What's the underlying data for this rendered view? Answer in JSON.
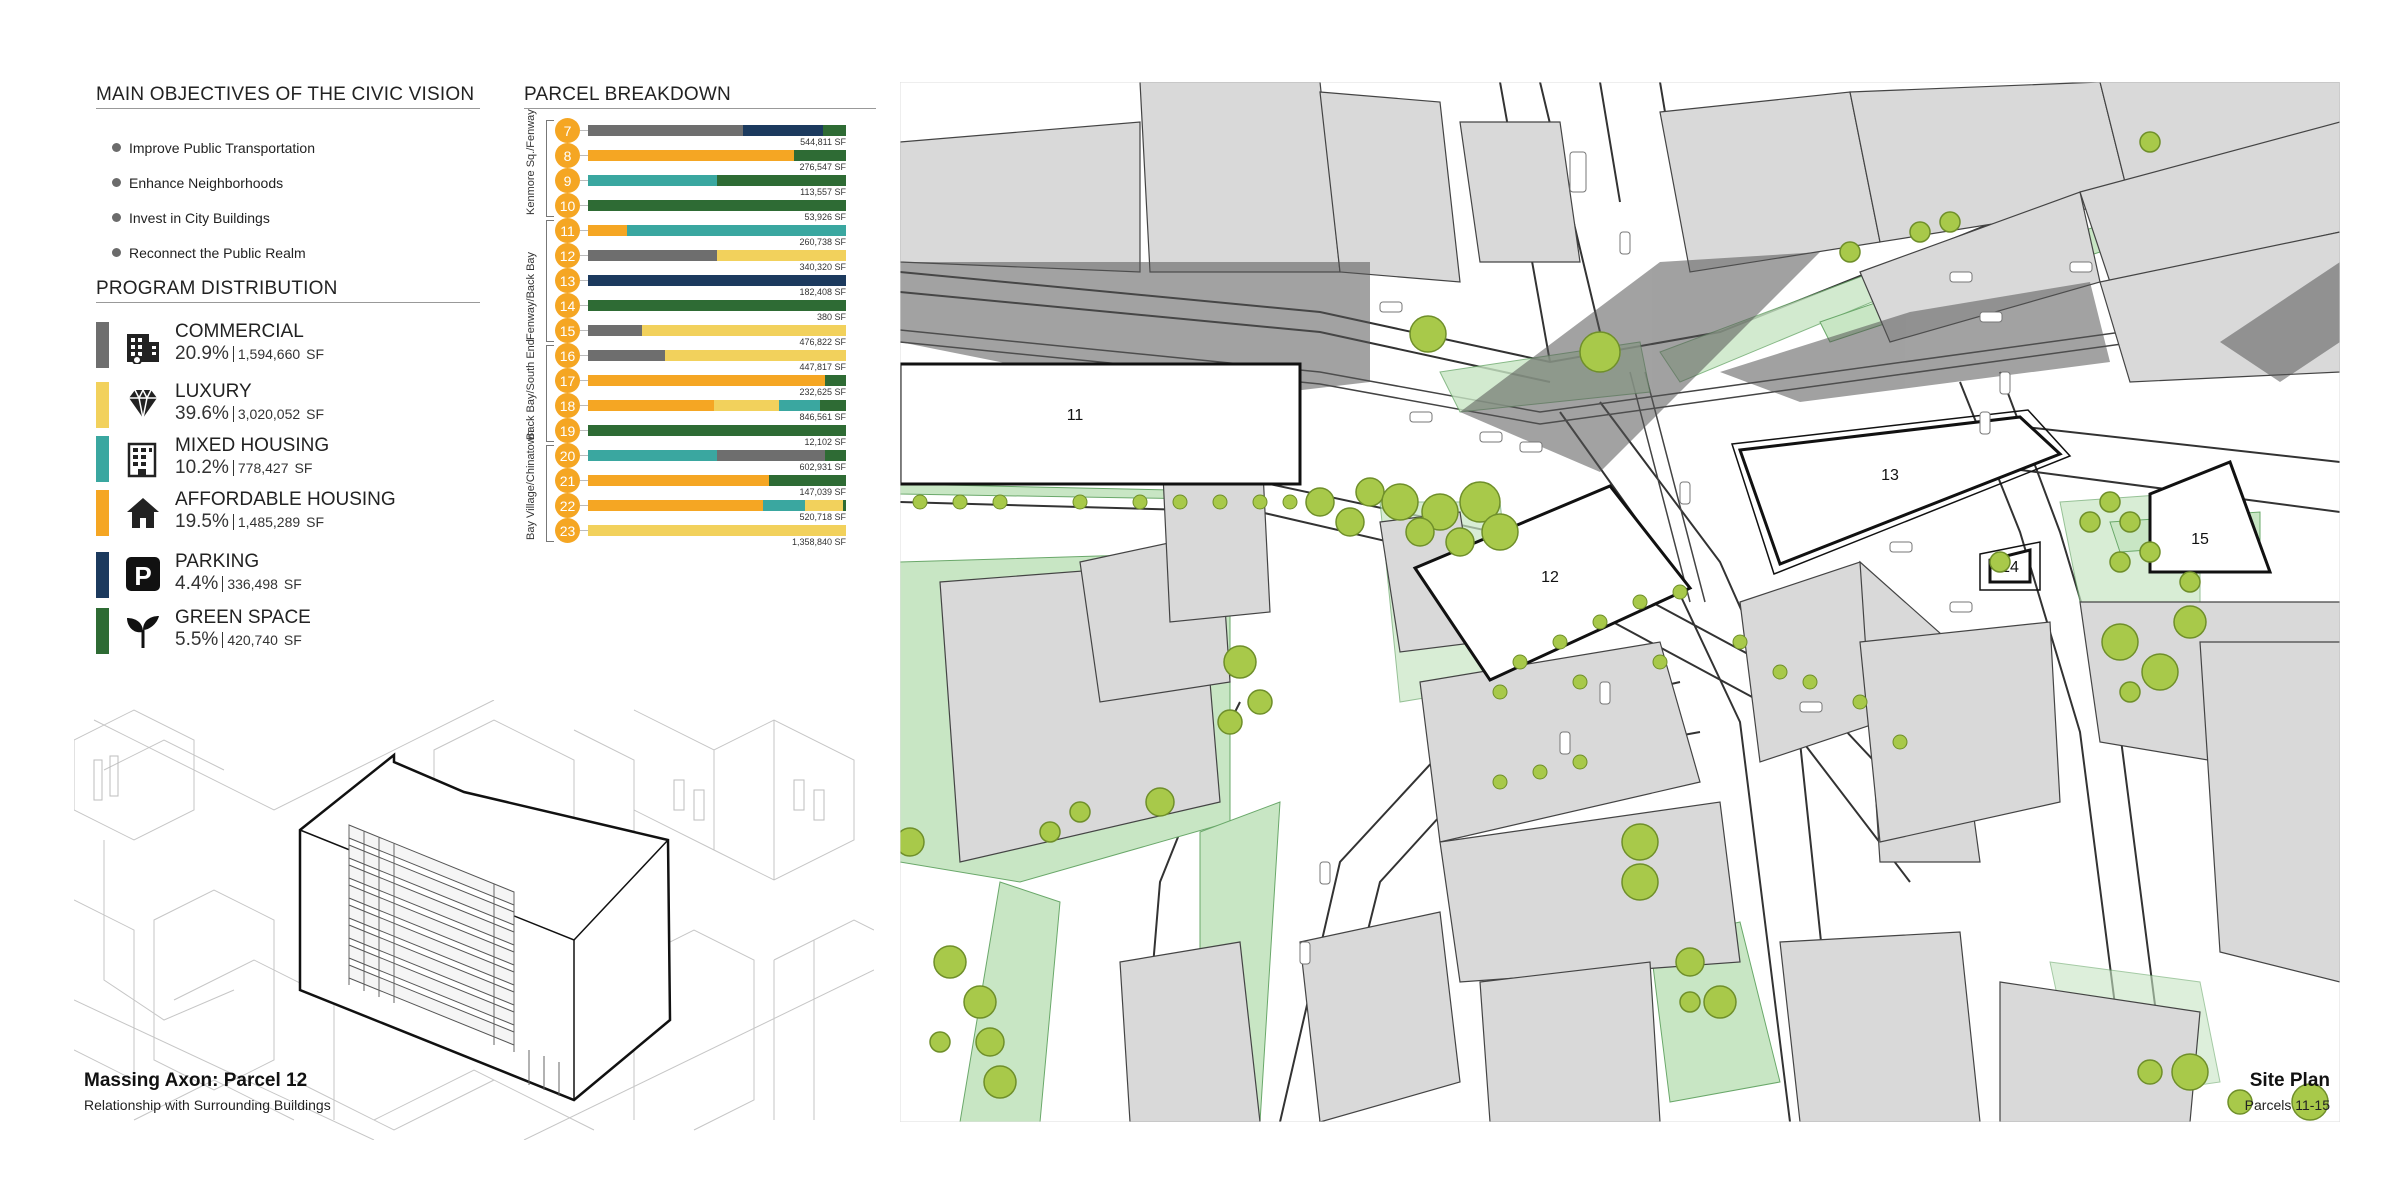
{
  "objectives": {
    "heading": "MAIN OBJECTIVES OF THE CIVIC VISION",
    "items": [
      "Improve Public Transportation",
      "Enhance Neighborhoods",
      "Invest in City Buildings",
      "Reconnect the Public Realm"
    ]
  },
  "program": {
    "heading": "PROGRAM DISTRIBUTION",
    "items": [
      {
        "name": "COMMERCIAL",
        "percent": "20.9%",
        "sf": "1,594,660",
        "unit": "SF",
        "color": "#6e6e6e",
        "icon": "office-building-icon"
      },
      {
        "name": "LUXURY",
        "percent": "39.6%",
        "sf": "3,020,052",
        "unit": "SF",
        "color": "#f2d15c",
        "icon": "diamond-icon"
      },
      {
        "name": "MIXED HOUSING",
        "percent": "10.2%",
        "sf": "778,427",
        "unit": "SF",
        "color": "#3aa7a0",
        "icon": "apartment-building-icon"
      },
      {
        "name": "AFFORDABLE HOUSING",
        "percent": "19.5%",
        "sf": "1,485,289",
        "unit": "SF",
        "color": "#f5a623",
        "icon": "house-icon"
      },
      {
        "name": "PARKING",
        "percent": "4.4%",
        "sf": "336,498",
        "unit": "SF",
        "color": "#1c3a5e",
        "icon": "parking-icon"
      },
      {
        "name": "GREEN SPACE",
        "percent": "5.5%",
        "sf": "420,740",
        "unit": "SF",
        "color": "#2e6b34",
        "icon": "sprout-icon"
      }
    ]
  },
  "parcels": {
    "heading": "PARCEL BREAKDOWN",
    "groups": [
      {
        "label": "Kenmore Sq./Fenway",
        "from": 0,
        "to": 3
      },
      {
        "label": "Fenway/Back Bay",
        "from": 4,
        "to": 8
      },
      {
        "label": "Back Bay/South End",
        "from": 9,
        "to": 12
      },
      {
        "label": "Bay Village/Chinatown",
        "from": 13,
        "to": 16
      }
    ],
    "rows": [
      {
        "id": "7",
        "total": "544,811 SF",
        "segments": [
          {
            "c": "#6e6e6e",
            "v": 0.6
          },
          {
            "c": "#1c3a5e",
            "v": 0.31
          },
          {
            "c": "#2e6b34",
            "v": 0.09
          }
        ]
      },
      {
        "id": "8",
        "total": "276,547 SF",
        "segments": [
          {
            "c": "#f5a623",
            "v": 0.8
          },
          {
            "c": "#2e6b34",
            "v": 0.2
          }
        ]
      },
      {
        "id": "9",
        "total": "113,557 SF",
        "segments": [
          {
            "c": "#3aa7a0",
            "v": 0.5
          },
          {
            "c": "#2e6b34",
            "v": 0.5
          }
        ]
      },
      {
        "id": "10",
        "total": "53,926 SF",
        "segments": [
          {
            "c": "#2e6b34",
            "v": 1.0
          }
        ]
      },
      {
        "id": "11",
        "total": "260,738 SF",
        "segments": [
          {
            "c": "#f5a623",
            "v": 0.15
          },
          {
            "c": "#3aa7a0",
            "v": 0.85
          }
        ]
      },
      {
        "id": "12",
        "total": "340,320 SF",
        "segments": [
          {
            "c": "#6e6e6e",
            "v": 0.5
          },
          {
            "c": "#f2d15c",
            "v": 0.5
          }
        ]
      },
      {
        "id": "13",
        "total": "182,408 SF",
        "segments": [
          {
            "c": "#1c3a5e",
            "v": 1.0
          }
        ]
      },
      {
        "id": "14",
        "total": "380 SF",
        "segments": [
          {
            "c": "#2e6b34",
            "v": 1.0
          }
        ]
      },
      {
        "id": "15",
        "total": "476,822 SF",
        "segments": [
          {
            "c": "#6e6e6e",
            "v": 0.21
          },
          {
            "c": "#f2d15c",
            "v": 0.79
          }
        ]
      },
      {
        "id": "16",
        "total": "447,817 SF",
        "segments": [
          {
            "c": "#6e6e6e",
            "v": 0.3
          },
          {
            "c": "#f2d15c",
            "v": 0.7
          }
        ]
      },
      {
        "id": "17",
        "total": "232,625 SF",
        "segments": [
          {
            "c": "#f5a623",
            "v": 0.92
          },
          {
            "c": "#2e6b34",
            "v": 0.08
          }
        ]
      },
      {
        "id": "18",
        "total": "846,561 SF",
        "segments": [
          {
            "c": "#f5a623",
            "v": 0.49
          },
          {
            "c": "#f2d15c",
            "v": 0.25
          },
          {
            "c": "#3aa7a0",
            "v": 0.16
          },
          {
            "c": "#2e6b34",
            "v": 0.1
          }
        ]
      },
      {
        "id": "19",
        "total": "12,102 SF",
        "segments": [
          {
            "c": "#2e6b34",
            "v": 1.0
          }
        ]
      },
      {
        "id": "20",
        "total": "602,931 SF",
        "segments": [
          {
            "c": "#3aa7a0",
            "v": 0.5
          },
          {
            "c": "#6e6e6e",
            "v": 0.42
          },
          {
            "c": "#2e6b34",
            "v": 0.08
          }
        ]
      },
      {
        "id": "21",
        "total": "147,039 SF",
        "segments": [
          {
            "c": "#f5a623",
            "v": 0.7
          },
          {
            "c": "#2e6b34",
            "v": 0.3
          }
        ]
      },
      {
        "id": "22",
        "total": "520,718 SF",
        "segments": [
          {
            "c": "#f5a623",
            "v": 0.68
          },
          {
            "c": "#3aa7a0",
            "v": 0.16
          },
          {
            "c": "#f2d15c",
            "v": 0.15
          },
          {
            "c": "#2e6b34",
            "v": 0.01
          }
        ]
      },
      {
        "id": "23",
        "total": "1,358,840 SF",
        "segments": [
          {
            "c": "#f2d15c",
            "v": 1.0
          }
        ]
      }
    ]
  },
  "axon": {
    "title": "Massing Axon: Parcel 12",
    "subtitle": "Relationship with Surrounding Buildings"
  },
  "siteplan": {
    "title": "Site Plan",
    "subtitle": "Parcels 11-15",
    "parcel_labels": [
      "11",
      "12",
      "13",
      "14",
      "15"
    ]
  }
}
